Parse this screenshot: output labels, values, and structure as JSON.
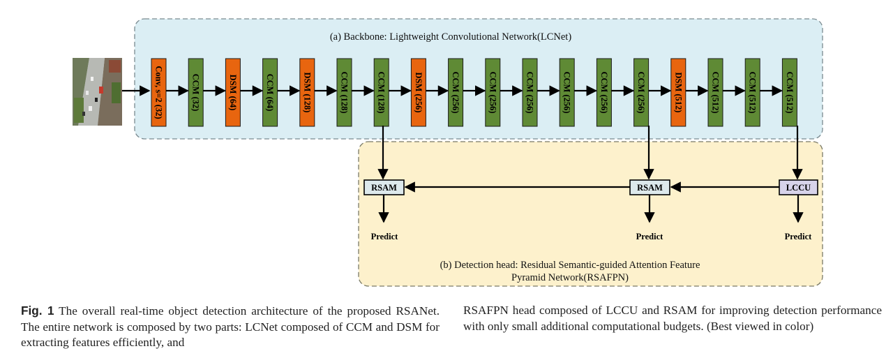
{
  "backbone": {
    "title": "(a) Backbone:  Lightweight Convolutional Network(LCNet)",
    "blocks": [
      {
        "label": "Conv, s=2 (32)",
        "kind": "conv"
      },
      {
        "label": "CCM (32)",
        "kind": "ccm"
      },
      {
        "label": "DSM (64)",
        "kind": "dsm"
      },
      {
        "label": "CCM (64)",
        "kind": "ccm"
      },
      {
        "label": "DSM (128)",
        "kind": "dsm"
      },
      {
        "label": "CCM (128)",
        "kind": "ccm"
      },
      {
        "label": "CCM (128)",
        "kind": "ccm"
      },
      {
        "label": "DSM (256)",
        "kind": "dsm"
      },
      {
        "label": "CCM (256)",
        "kind": "ccm"
      },
      {
        "label": "CCM (256)",
        "kind": "ccm"
      },
      {
        "label": "CCM (256)",
        "kind": "ccm"
      },
      {
        "label": "CCM (256)",
        "kind": "ccm"
      },
      {
        "label": "CCM (256)",
        "kind": "ccm"
      },
      {
        "label": "CCM (256)",
        "kind": "ccm"
      },
      {
        "label": "DSM (512)",
        "kind": "dsm"
      },
      {
        "label": "CCM (512)",
        "kind": "ccm"
      },
      {
        "label": "CCM (512)",
        "kind": "ccm"
      },
      {
        "label": "CCM (512)",
        "kind": "ccm"
      }
    ]
  },
  "head": {
    "title_line1": "(b) Detection head: Residual Semantic-guided Attention Feature",
    "title_line2": "Pyramid Network(RSAFPN)",
    "rsam_left": "RSAM",
    "rsam_mid": "RSAM",
    "lccu": "LCCU",
    "predict_left": "Predict",
    "predict_mid": "Predict",
    "predict_right": "Predict"
  },
  "colors": {
    "backbone_bg": "#dbeef4",
    "head_bg": "#fdf1cc",
    "ccm": "#5f8a35",
    "dsm": "#e8650f",
    "rsam_bg": "#dde9ec",
    "lccu_bg": "#d7d3ea"
  },
  "caption": {
    "fig_label": "Fig. 1",
    "left_text": "The overall real-time object detection architecture of the proposed RSANet. The entire network is composed by two parts: LCNet composed of CCM and DSM for extracting features efficiently, and",
    "right_text": "RSAFPN head composed of LCCU and RSAM for improving detection performance with only small additional computational budgets. (Best viewed in color)"
  }
}
